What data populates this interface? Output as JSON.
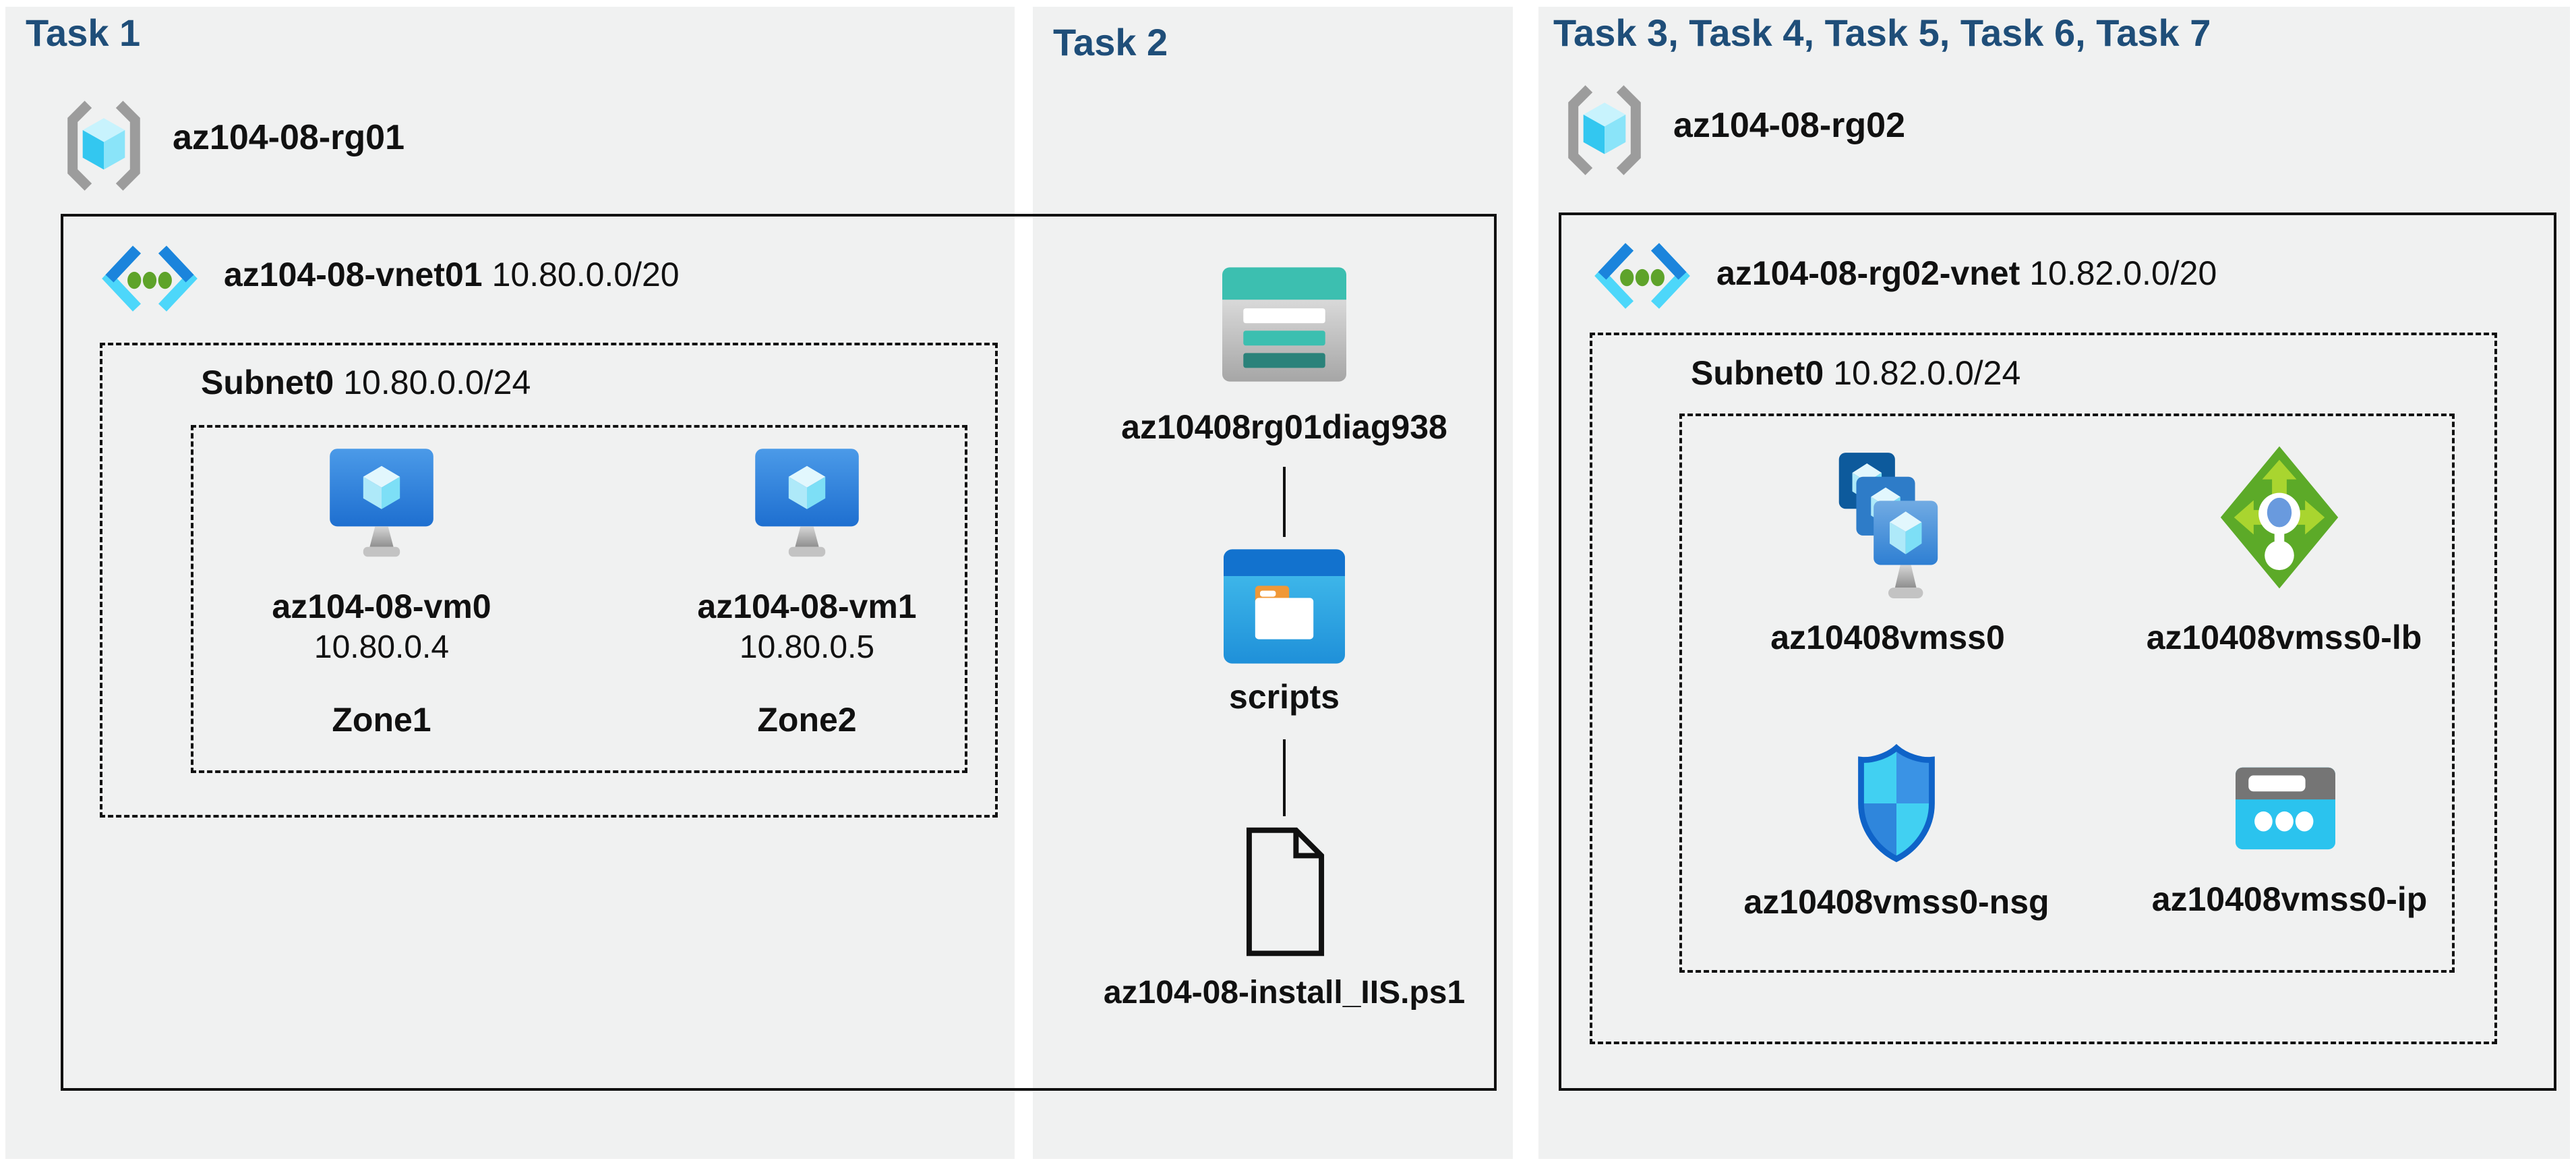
{
  "colors": {
    "panel_bg": "#f0f1f1",
    "title_navy": "#1f4e79",
    "border_black": "#111111",
    "storage_teal": "#3cbfb0",
    "storage_teal_dark": "#2a827a",
    "lb_green": "#5caa28",
    "lb_arrow_green": "#a9d52f",
    "nsg_border_blue": "#0f63c8",
    "ip_cyan": "#2bc3ee",
    "vm_blue": "#1e6fd0"
  },
  "sections": {
    "task1": {
      "title": "Task 1",
      "resource_group": "az104-08-rg01",
      "vnet": {
        "name": "az104-08-vnet01",
        "cidr": "10.80.0.0/20"
      },
      "subnet": {
        "name": "Subnet0",
        "cidr": "10.80.0.0/24"
      },
      "vms": [
        {
          "name": "az104-08-vm0",
          "ip": "10.80.0.4",
          "zone": "Zone1"
        },
        {
          "name": "az104-08-vm1",
          "ip": "10.80.0.5",
          "zone": "Zone2"
        }
      ]
    },
    "task2": {
      "title": "Task 2",
      "storage_account": "az10408rg01diag938",
      "container": "scripts",
      "script_file": "az104-08-install_IIS.ps1"
    },
    "task3": {
      "title": "Task 3, Task 4, Task 5, Task 6, Task 7",
      "resource_group": "az104-08-rg02",
      "vnet": {
        "name": "az104-08-rg02-vnet",
        "cidr": "10.82.0.0/20"
      },
      "subnet": {
        "name": "Subnet0",
        "cidr": "10.82.0.0/24"
      },
      "resources": [
        {
          "name": "az10408vmss0",
          "type": "vm-scale-set"
        },
        {
          "name": "az10408vmss0-lb",
          "type": "load-balancer"
        },
        {
          "name": "az10408vmss0-nsg",
          "type": "network-security-group"
        },
        {
          "name": "az10408vmss0-ip",
          "type": "public-ip"
        }
      ]
    }
  }
}
